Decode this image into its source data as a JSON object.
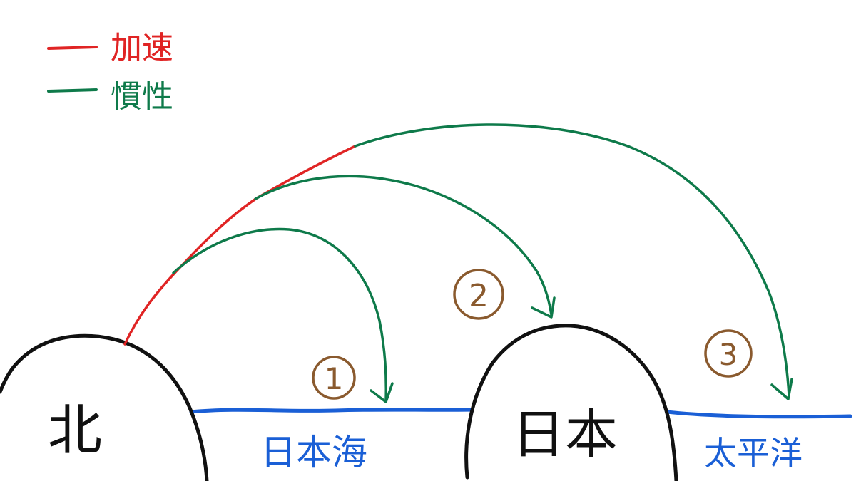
{
  "legend": {
    "acceleration": {
      "label": "加速",
      "color": "#e02424"
    },
    "inertia": {
      "label": "慣性",
      "color": "#0e7a4a"
    }
  },
  "landmasses": {
    "north_korea": {
      "label": "北"
    },
    "japan": {
      "label": "日本"
    }
  },
  "seas": {
    "sea_of_japan": {
      "label": "日本海"
    },
    "pacific": {
      "label": "太平洋"
    }
  },
  "trajectories": [
    {
      "number": "1"
    },
    {
      "number": "2"
    },
    {
      "number": "3"
    }
  ],
  "colors": {
    "outline": "#111111",
    "water": "#1a5fd6",
    "number": "#8a5a2e"
  }
}
